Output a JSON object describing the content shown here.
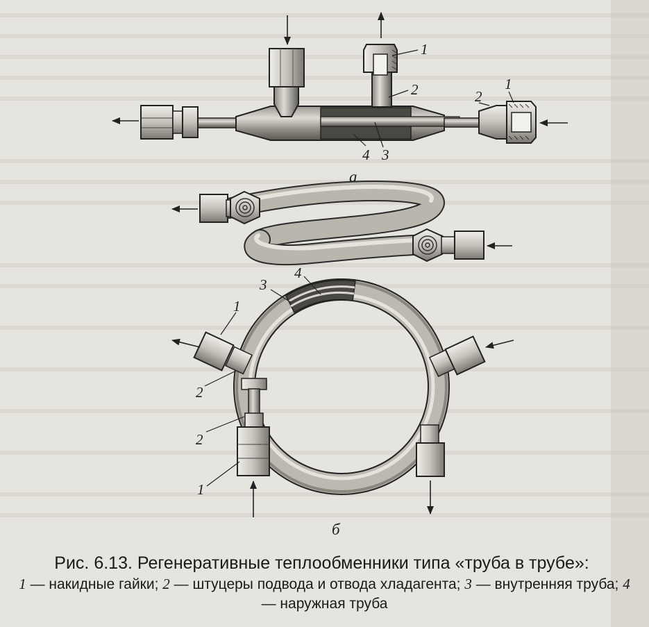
{
  "figure": {
    "sub_a": "а",
    "sub_b": "б",
    "callouts_a": [
      "1",
      "2",
      "2",
      "1",
      "4",
      "3"
    ],
    "callouts_b": [
      "3",
      "4",
      "1",
      "2",
      "2",
      "1"
    ]
  },
  "caption": {
    "title": "Рис. 6.13. Регенеративные теплообменники типа «труба в трубе»:",
    "legend": [
      {
        "num": "1",
        "text": " — накидные гайки; "
      },
      {
        "num": "2",
        "text": " — штуцеры подвода и отвода хладагента; "
      },
      {
        "num": "3",
        "text": " — внутренняя труба; "
      },
      {
        "num": "4",
        "text": " — наружная труба"
      }
    ]
  }
}
